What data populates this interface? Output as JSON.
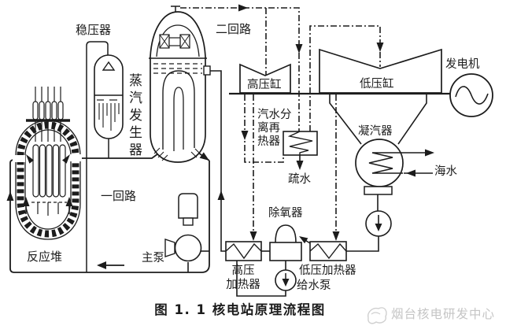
{
  "figure": {
    "caption": "图 1. 1  核电站原理流程图",
    "watermark": "烟台核电研发中心"
  },
  "labels": {
    "pressurizer": "稳压器",
    "steam_generator": "蒸汽发生器",
    "secondary_loop": "二回路",
    "hp_cylinder": "高压缸",
    "lp_cylinder": "低压缸",
    "generator": "发电机",
    "msr_lines": [
      "汽水分",
      "离再",
      "热器"
    ],
    "drain": "疏水",
    "condenser": "凝汽器",
    "seawater": "海水",
    "deaerator": "除氧器",
    "hp_heater_lines": [
      "高压",
      "加热器"
    ],
    "lp_heater": "低压加热器",
    "feedwater_pump": "给水泵",
    "primary_loop": "一回路",
    "reactor": "反应堆",
    "main_pump": "主泵"
  },
  "colors": {
    "line": "#1c1c1c",
    "background": "#ffffff",
    "watermark": "#c5c5c5"
  }
}
